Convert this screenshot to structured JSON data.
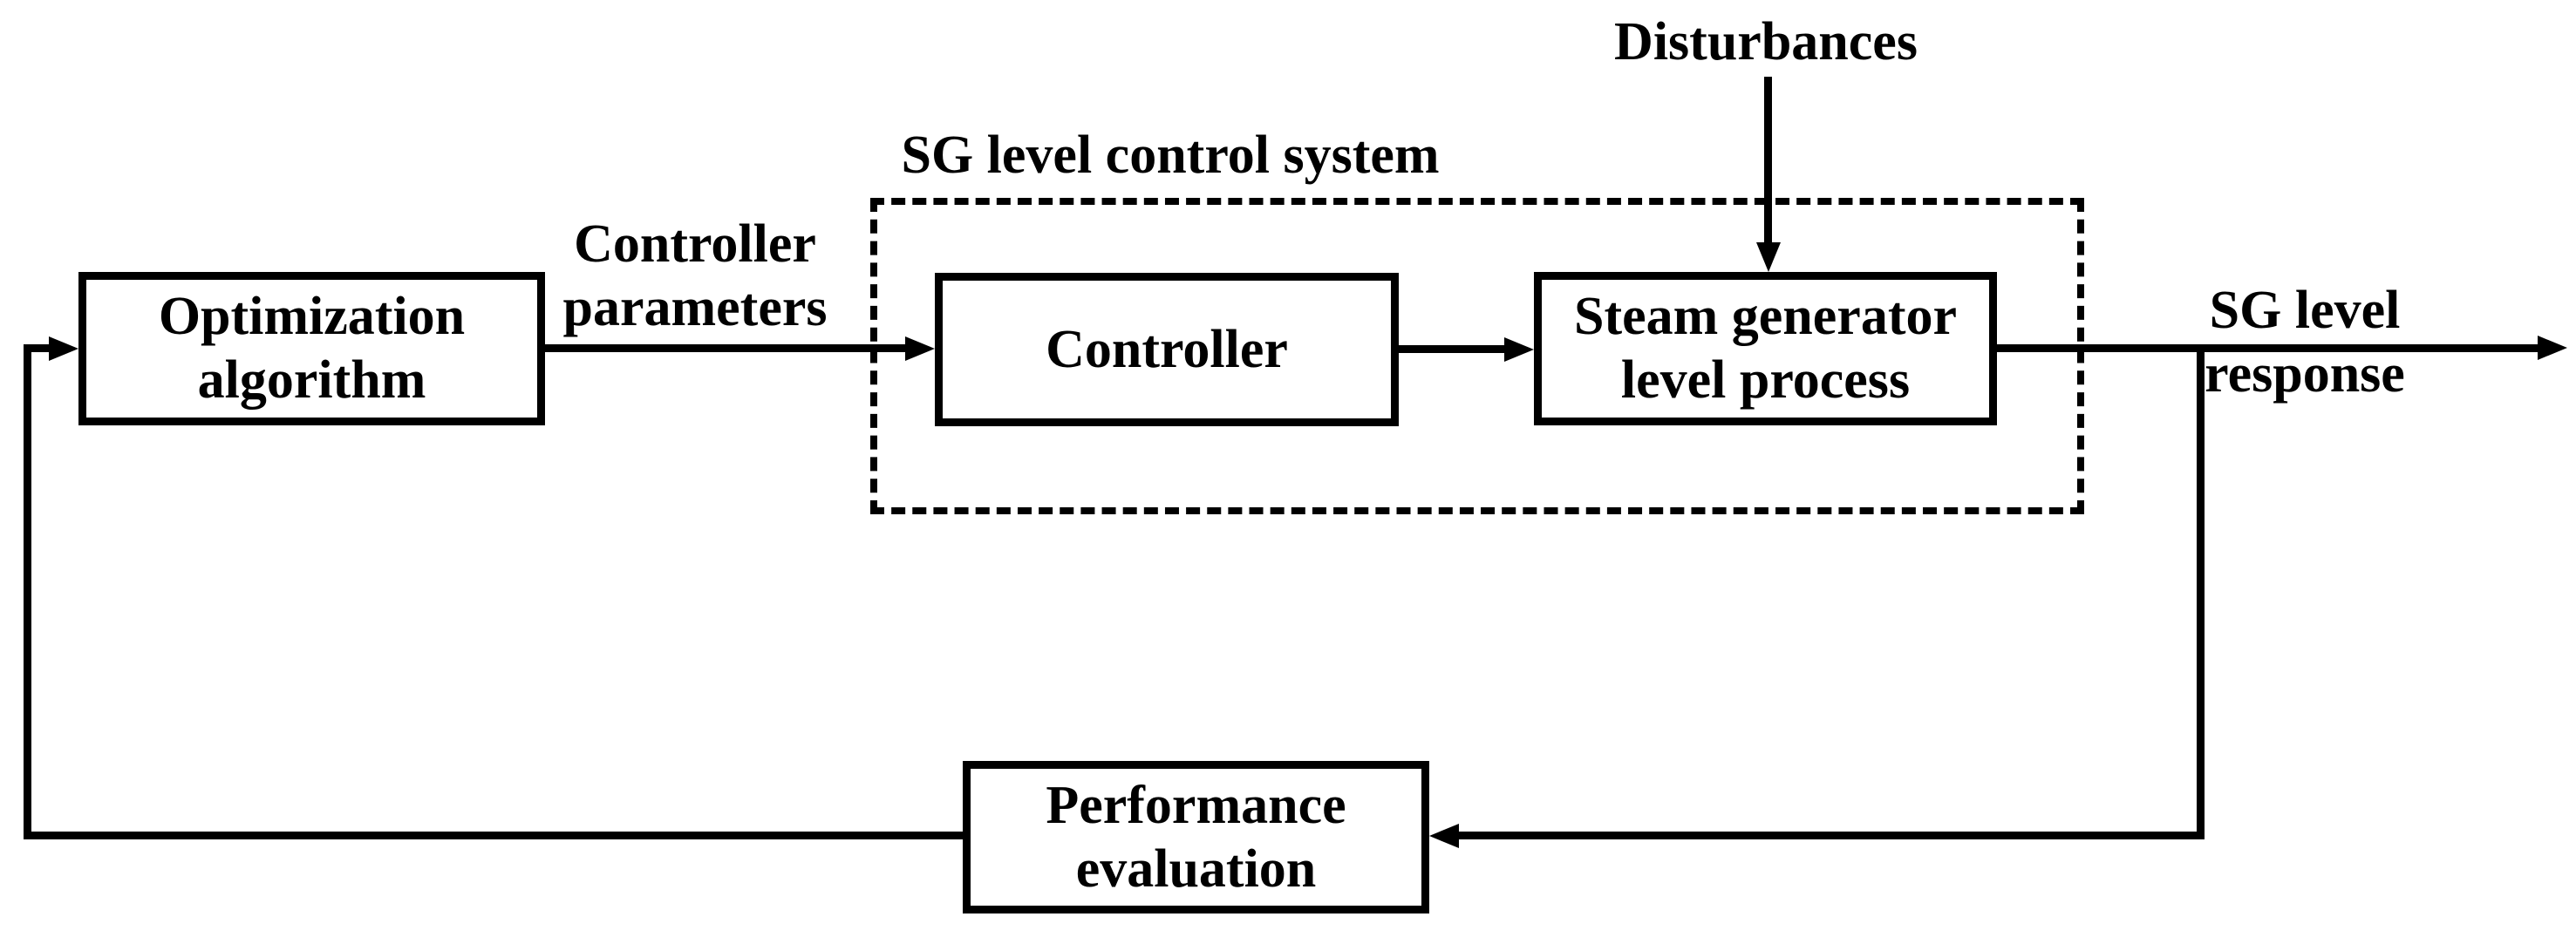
{
  "diagram": {
    "colors": {
      "background": "#ffffff",
      "ink": "#000000"
    },
    "groups": {
      "sg_control_system": {
        "title": "SG level control system"
      }
    },
    "blocks": {
      "optimization": {
        "label": "Optimization\nalgorithm"
      },
      "controller": {
        "label": "Controller"
      },
      "steam_generator": {
        "label": "Steam generator\nlevel process"
      },
      "performance": {
        "label": "Performance\nevaluation"
      }
    },
    "signals": {
      "disturbances": "Disturbances",
      "controller_parameters": "Controller\nparameters",
      "sg_level_response": "SG level response"
    }
  }
}
